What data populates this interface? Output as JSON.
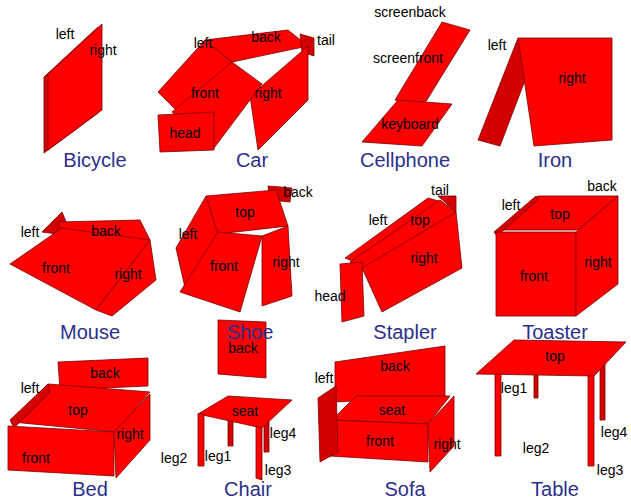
{
  "diagram": {
    "labels": [
      "left",
      "right",
      "Bicycle",
      "left",
      "back",
      "tail",
      "front",
      "right",
      "head",
      "Car",
      "screenback",
      "screenfront",
      "keyboard",
      "Cellphone",
      "left",
      "right",
      "Iron",
      "back",
      "left",
      "front",
      "right",
      "Mouse",
      "back",
      "top",
      "left",
      "right",
      "front",
      "Shoe",
      "tail",
      "left",
      "top",
      "right",
      "head",
      "Stapler",
      "back",
      "left",
      "top",
      "right",
      "front",
      "Toaster",
      "left",
      "back",
      "top",
      "right",
      "front",
      "Bed",
      "back",
      "seat",
      "leg4",
      "leg2",
      "leg1",
      "leg3",
      "Chair",
      "left",
      "back",
      "seat",
      "front",
      "right",
      "Sofa",
      "top",
      "leg1",
      "leg4",
      "leg2",
      "leg3",
      "Table"
    ]
  }
}
